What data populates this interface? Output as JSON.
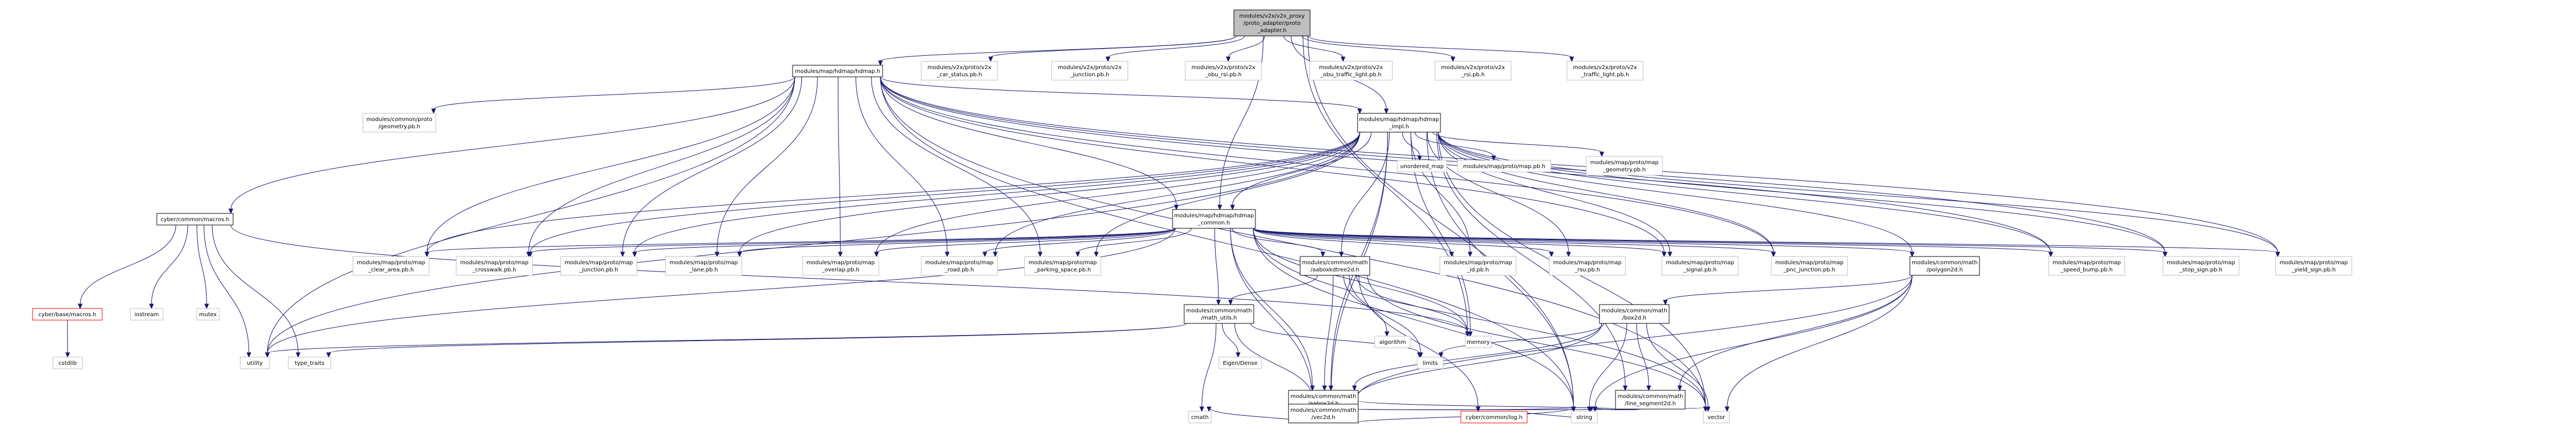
{
  "colors": {
    "edge": "#191970",
    "root_fill": "#bfbfbf",
    "root_stroke": "#000000",
    "doc_stroke": "#000000",
    "sys_stroke": "#bfbfbf",
    "missing_stroke": "#ff0000"
  },
  "nodes": [
    {
      "id": "root",
      "lines": [
        "modules/v2x/v2x_proxy",
        "/proto_adapter/proto",
        "_adapter.h"
      ],
      "kind": "root"
    },
    {
      "id": "hdmap",
      "lines": [
        "modules/map/hdmap/hdmap.h"
      ],
      "kind": "doc"
    },
    {
      "id": "car_status",
      "lines": [
        "modules/v2x/proto/v2x",
        "_car_status.pb.h"
      ],
      "kind": "sys"
    },
    {
      "id": "junction_v2x",
      "lines": [
        "modules/v2x/proto/v2x",
        "_junction.pb.h"
      ],
      "kind": "sys"
    },
    {
      "id": "obu_rsi",
      "lines": [
        "modules/v2x/proto/v2x",
        "_obu_rsi.pb.h"
      ],
      "kind": "sys"
    },
    {
      "id": "obu_traffic",
      "lines": [
        "modules/v2x/proto/v2x",
        "_obu_traffic_light.pb.h"
      ],
      "kind": "sys"
    },
    {
      "id": "rsi",
      "lines": [
        "modules/v2x/proto/v2x",
        "_rsi.pb.h"
      ],
      "kind": "sys"
    },
    {
      "id": "traffic_light",
      "lines": [
        "modules/v2x/proto/v2x",
        "_traffic_light.pb.h"
      ],
      "kind": "sys"
    },
    {
      "id": "geometry_common",
      "lines": [
        "modules/common/proto",
        "/geometry.pb.h"
      ],
      "kind": "sys"
    },
    {
      "id": "hdmap_impl",
      "lines": [
        "modules/map/hdmap/hdmap",
        "_impl.h"
      ],
      "kind": "doc"
    },
    {
      "id": "macros",
      "lines": [
        "cyber/common/macros.h"
      ],
      "kind": "doc"
    },
    {
      "id": "unordered_map",
      "lines": [
        "unordered_map"
      ],
      "kind": "sys"
    },
    {
      "id": "map_pb",
      "lines": [
        "modules/map/proto/map.pb.h"
      ],
      "kind": "sys"
    },
    {
      "id": "map_geometry",
      "lines": [
        "modules/map/proto/map",
        "_geometry.pb.h"
      ],
      "kind": "sys"
    },
    {
      "id": "hdmap_common",
      "lines": [
        "modules/map/hdmap/hdmap",
        "_common.h"
      ],
      "kind": "doc"
    },
    {
      "id": "clear_area",
      "lines": [
        "modules/map/proto/map",
        "_clear_area.pb.h"
      ],
      "kind": "sys"
    },
    {
      "id": "crosswalk",
      "lines": [
        "modules/map/proto/map",
        "_crosswalk.pb.h"
      ],
      "kind": "sys"
    },
    {
      "id": "junction_map",
      "lines": [
        "modules/map/proto/map",
        "_junction.pb.h"
      ],
      "kind": "sys"
    },
    {
      "id": "lane",
      "lines": [
        "modules/map/proto/map",
        "_lane.pb.h"
      ],
      "kind": "sys"
    },
    {
      "id": "overlap",
      "lines": [
        "modules/map/proto/map",
        "_overlap.pb.h"
      ],
      "kind": "sys"
    },
    {
      "id": "road",
      "lines": [
        "modules/map/proto/map",
        "_road.pb.h"
      ],
      "kind": "sys"
    },
    {
      "id": "parking_space",
      "lines": [
        "modules/map/proto/map",
        "_parking_space.pb.h"
      ],
      "kind": "sys"
    },
    {
      "id": "aaboxkdtree",
      "lines": [
        "modules/common/math",
        "/aaboxkdtree2d.h"
      ],
      "kind": "doc"
    },
    {
      "id": "pb_id",
      "lines": [
        "modules/map/proto/map",
        "_id.pb.h"
      ],
      "kind": "sys"
    },
    {
      "id": "pb_rsu",
      "lines": [
        "modules/map/proto/map",
        "_rsu.pb.h"
      ],
      "kind": "sys"
    },
    {
      "id": "pb_signal",
      "lines": [
        "modules/map/proto/map",
        "_signal.pb.h"
      ],
      "kind": "sys"
    },
    {
      "id": "pb_pnc",
      "lines": [
        "modules/map/proto/map",
        "_pnc_junction.pb.h"
      ],
      "kind": "sys"
    },
    {
      "id": "polygon",
      "lines": [
        "modules/common/math",
        "/polygon2d.h"
      ],
      "kind": "doc"
    },
    {
      "id": "speed_bump",
      "lines": [
        "modules/map/proto/map",
        "_speed_bump.pb.h"
      ],
      "kind": "sys"
    },
    {
      "id": "stop_sign",
      "lines": [
        "modules/map/proto/map",
        "_stop_sign.pb.h"
      ],
      "kind": "sys"
    },
    {
      "id": "yield_sign",
      "lines": [
        "modules/map/proto/map",
        "_yield_sign.pb.h"
      ],
      "kind": "sys"
    },
    {
      "id": "cyber_base_macros",
      "lines": [
        "cyber/base/macros.h"
      ],
      "kind": "missing"
    },
    {
      "id": "iostream",
      "lines": [
        "iostream"
      ],
      "kind": "sys"
    },
    {
      "id": "mutex",
      "lines": [
        "mutex"
      ],
      "kind": "sys"
    },
    {
      "id": "cstdlib",
      "lines": [
        "cstdlib"
      ],
      "kind": "sys"
    },
    {
      "id": "utility",
      "lines": [
        "utility"
      ],
      "kind": "sys"
    },
    {
      "id": "type_traits",
      "lines": [
        "type_traits"
      ],
      "kind": "sys"
    },
    {
      "id": "math_utils",
      "lines": [
        "modules/common/math",
        "/math_utils.h"
      ],
      "kind": "doc"
    },
    {
      "id": "algorithm",
      "lines": [
        "algorithm"
      ],
      "kind": "sys"
    },
    {
      "id": "memory",
      "lines": [
        "memory"
      ],
      "kind": "sys"
    },
    {
      "id": "box2d",
      "lines": [
        "modules/common/math",
        "/box2d.h"
      ],
      "kind": "doc"
    },
    {
      "id": "eigen",
      "lines": [
        "Eigen/Dense"
      ],
      "kind": "sys"
    },
    {
      "id": "limits",
      "lines": [
        "limits"
      ],
      "kind": "sys"
    },
    {
      "id": "aabox2d",
      "lines": [
        "modules/common/math",
        "/aabox2d.h"
      ],
      "kind": "doc"
    },
    {
      "id": "line_segment",
      "lines": [
        "modules/common/math",
        "/line_segment2d.h"
      ],
      "kind": "doc"
    },
    {
      "id": "log",
      "lines": [
        "cyber/common/log.h"
      ],
      "kind": "missing"
    },
    {
      "id": "vec2d",
      "lines": [
        "modules/common/math",
        "/vec2d.h"
      ],
      "kind": "doc"
    },
    {
      "id": "vector",
      "lines": [
        "vector"
      ],
      "kind": "sys"
    },
    {
      "id": "cmath",
      "lines": [
        "cmath"
      ],
      "kind": "sys"
    },
    {
      "id": "string",
      "lines": [
        "string"
      ],
      "kind": "sys"
    }
  ],
  "edges": [
    [
      "root",
      "hdmap"
    ],
    [
      "root",
      "car_status"
    ],
    [
      "root",
      "junction_v2x"
    ],
    [
      "root",
      "obu_rsi"
    ],
    [
      "root",
      "obu_traffic"
    ],
    [
      "root",
      "rsi"
    ],
    [
      "root",
      "traffic_light"
    ],
    [
      "root",
      "hdmap_impl"
    ],
    [
      "root",
      "hdmap_common"
    ],
    [
      "root",
      "memory"
    ],
    [
      "root",
      "string"
    ],
    [
      "hdmap",
      "geometry_common"
    ],
    [
      "hdmap",
      "hdmap_impl"
    ],
    [
      "hdmap",
      "macros"
    ],
    [
      "hdmap",
      "hdmap_common"
    ],
    [
      "hdmap",
      "clear_area"
    ],
    [
      "hdmap",
      "crosswalk"
    ],
    [
      "hdmap",
      "junction_map"
    ],
    [
      "hdmap",
      "lane"
    ],
    [
      "hdmap",
      "overlap"
    ],
    [
      "hdmap",
      "road"
    ],
    [
      "hdmap",
      "parking_space"
    ],
    [
      "hdmap",
      "pb_signal"
    ],
    [
      "hdmap",
      "speed_bump"
    ],
    [
      "hdmap",
      "stop_sign"
    ],
    [
      "hdmap",
      "yield_sign"
    ],
    [
      "hdmap",
      "utility"
    ],
    [
      "hdmap",
      "vector"
    ],
    [
      "hdmap",
      "string"
    ],
    [
      "hdmap",
      "pb_pnc"
    ],
    [
      "hdmap_impl",
      "unordered_map"
    ],
    [
      "hdmap_impl",
      "map_pb"
    ],
    [
      "hdmap_impl",
      "map_geometry"
    ],
    [
      "hdmap_impl",
      "hdmap_common"
    ],
    [
      "hdmap_impl",
      "clear_area"
    ],
    [
      "hdmap_impl",
      "crosswalk"
    ],
    [
      "hdmap_impl",
      "junction_map"
    ],
    [
      "hdmap_impl",
      "lane"
    ],
    [
      "hdmap_impl",
      "overlap"
    ],
    [
      "hdmap_impl",
      "road"
    ],
    [
      "hdmap_impl",
      "parking_space"
    ],
    [
      "hdmap_impl",
      "aaboxkdtree"
    ],
    [
      "hdmap_impl",
      "pb_signal"
    ],
    [
      "hdmap_impl",
      "pb_pnc"
    ],
    [
      "hdmap_impl",
      "polygon"
    ],
    [
      "hdmap_impl",
      "speed_bump"
    ],
    [
      "hdmap_impl",
      "stop_sign"
    ],
    [
      "hdmap_impl",
      "yield_sign"
    ],
    [
      "hdmap_impl",
      "utility"
    ],
    [
      "hdmap_impl",
      "memory"
    ],
    [
      "hdmap_impl",
      "vector"
    ],
    [
      "hdmap_impl",
      "string"
    ],
    [
      "hdmap_impl",
      "aabox2d"
    ],
    [
      "hdmap_impl",
      "vec2d"
    ],
    [
      "hdmap_impl",
      "line_segment"
    ],
    [
      "hdmap_impl",
      "pb_rsu"
    ],
    [
      "hdmap_impl",
      "pb_id"
    ],
    [
      "macros",
      "cyber_base_macros"
    ],
    [
      "macros",
      "iostream"
    ],
    [
      "macros",
      "mutex"
    ],
    [
      "macros",
      "utility"
    ],
    [
      "macros",
      "type_traits"
    ],
    [
      "macros",
      "memory"
    ],
    [
      "cyber_base_macros",
      "cstdlib"
    ],
    [
      "hdmap_common",
      "clear_area"
    ],
    [
      "hdmap_common",
      "crosswalk"
    ],
    [
      "hdmap_common",
      "junction_map"
    ],
    [
      "hdmap_common",
      "lane"
    ],
    [
      "hdmap_common",
      "overlap"
    ],
    [
      "hdmap_common",
      "road"
    ],
    [
      "hdmap_common",
      "parking_space"
    ],
    [
      "hdmap_common",
      "aaboxkdtree"
    ],
    [
      "hdmap_common",
      "pb_id"
    ],
    [
      "hdmap_common",
      "pb_rsu"
    ],
    [
      "hdmap_common",
      "pb_signal"
    ],
    [
      "hdmap_common",
      "pb_pnc"
    ],
    [
      "hdmap_common",
      "polygon"
    ],
    [
      "hdmap_common",
      "speed_bump"
    ],
    [
      "hdmap_common",
      "stop_sign"
    ],
    [
      "hdmap_common",
      "yield_sign"
    ],
    [
      "hdmap_common",
      "math_utils"
    ],
    [
      "hdmap_common",
      "aabox2d"
    ],
    [
      "hdmap_common",
      "vec2d"
    ],
    [
      "hdmap_common",
      "utility"
    ],
    [
      "hdmap_common",
      "memory"
    ],
    [
      "hdmap_common",
      "vector"
    ],
    [
      "hdmap_common",
      "string"
    ],
    [
      "aaboxkdtree",
      "algorithm"
    ],
    [
      "aaboxkdtree",
      "memory"
    ],
    [
      "aaboxkdtree",
      "limits"
    ],
    [
      "aaboxkdtree",
      "vector"
    ],
    [
      "aaboxkdtree",
      "log"
    ],
    [
      "aaboxkdtree",
      "math_utils"
    ],
    [
      "aaboxkdtree",
      "aabox2d"
    ],
    [
      "polygon",
      "box2d"
    ],
    [
      "polygon",
      "line_segment"
    ],
    [
      "polygon",
      "vec2d"
    ],
    [
      "polygon",
      "vector"
    ],
    [
      "polygon",
      "string"
    ],
    [
      "math_utils",
      "utility"
    ],
    [
      "math_utils",
      "type_traits"
    ],
    [
      "math_utils",
      "limits"
    ],
    [
      "math_utils",
      "eigen"
    ],
    [
      "math_utils",
      "cmath"
    ],
    [
      "math_utils",
      "vec2d"
    ],
    [
      "box2d",
      "limits"
    ],
    [
      "box2d",
      "aabox2d"
    ],
    [
      "box2d",
      "line_segment"
    ],
    [
      "box2d",
      "vec2d"
    ],
    [
      "box2d",
      "vector"
    ],
    [
      "box2d",
      "string"
    ],
    [
      "aabox2d",
      "vec2d"
    ],
    [
      "aabox2d",
      "vector"
    ],
    [
      "aabox2d",
      "string"
    ],
    [
      "line_segment",
      "vec2d"
    ],
    [
      "line_segment",
      "string"
    ],
    [
      "log",
      "string"
    ],
    [
      "vec2d",
      "cmath"
    ],
    [
      "vec2d",
      "string"
    ]
  ]
}
